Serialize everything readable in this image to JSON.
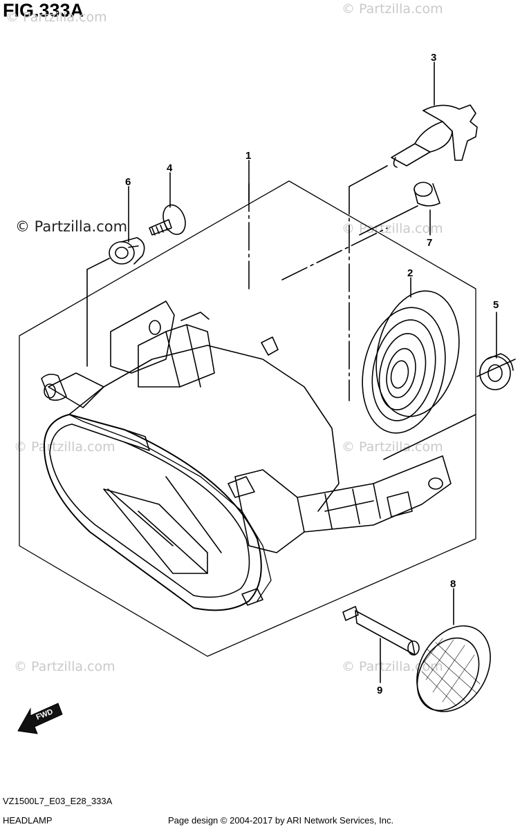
{
  "figure": {
    "title": "FIG.333A",
    "diagram_code": "VZ1500L7_E03_E28_333A",
    "section_name": "HEADLAMP",
    "credit": "Page design © 2004-2017 by ARI Network Services, Inc."
  },
  "watermarks": {
    "main": "© Partzilla.com",
    "faint": "© Partzilla.com"
  },
  "callouts": [
    {
      "id": "1",
      "label": "1"
    },
    {
      "id": "2",
      "label": "2"
    },
    {
      "id": "3",
      "label": "3"
    },
    {
      "id": "4",
      "label": "4"
    },
    {
      "id": "5",
      "label": "5"
    },
    {
      "id": "6",
      "label": "6"
    },
    {
      "id": "7",
      "label": "7"
    },
    {
      "id": "8",
      "label": "8"
    },
    {
      "id": "9",
      "label": "9"
    }
  ],
  "fwd_label": "FWD"
}
